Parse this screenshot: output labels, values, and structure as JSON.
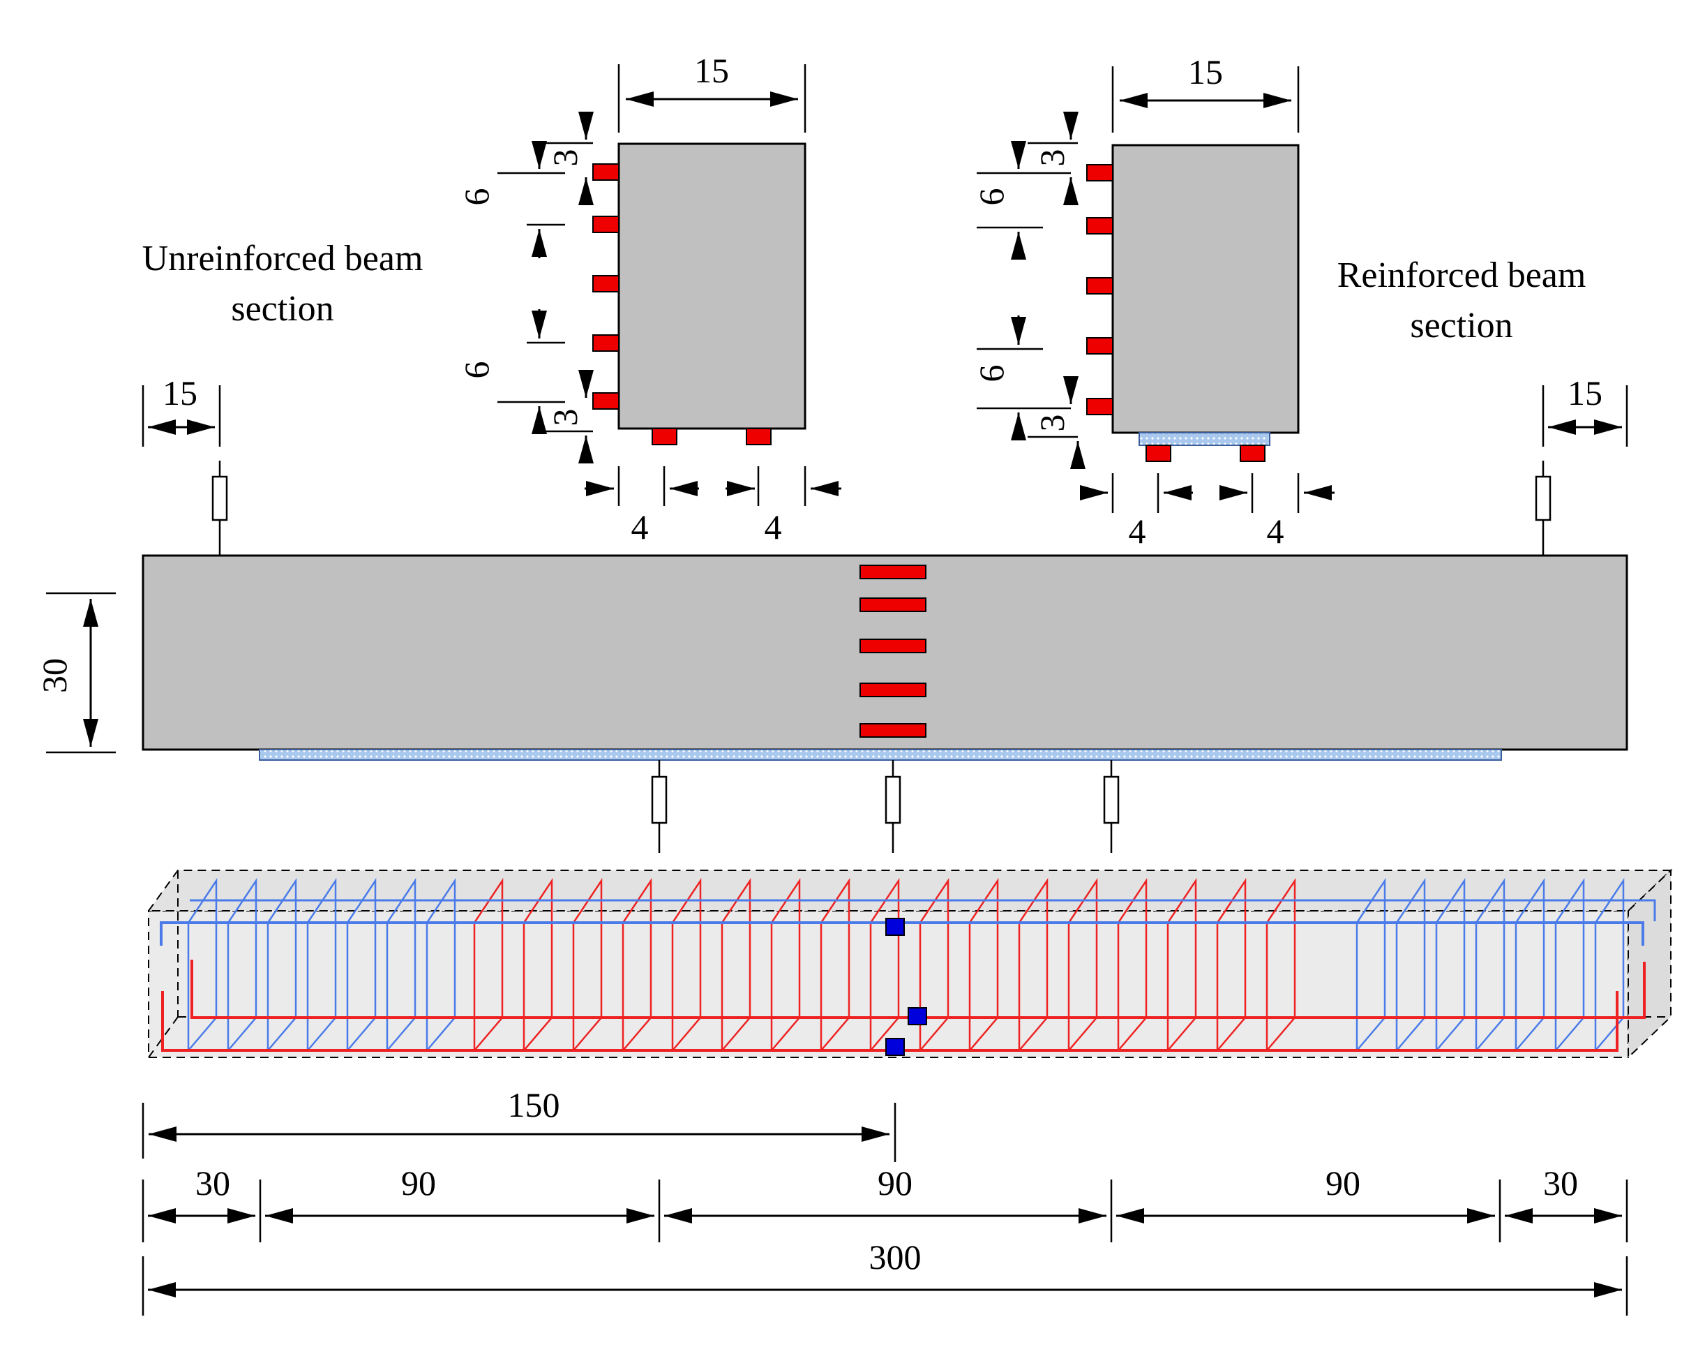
{
  "labels": {
    "unreinforced_line1": "Unreinforced beam",
    "unreinforced_line2": "section",
    "reinforced_line1": "Reinforced beam",
    "reinforced_line2": "section"
  },
  "dims": {
    "sec1_width": "15",
    "sec1_top_offset": "3",
    "sec1_gap_upper": "6",
    "sec1_gap_lower": "6",
    "sec1_bottom_offset": "3",
    "sec1_cover_left": "4",
    "sec1_cover_right": "4",
    "sec2_width": "15",
    "sec2_top_offset": "3",
    "sec2_gap_upper": "6",
    "sec2_gap_lower": "6",
    "sec2_bottom_offset": "3",
    "sec2_cover_left": "4",
    "sec2_cover_right": "4",
    "support_left": "15",
    "support_right": "15",
    "beam_height": "30",
    "midspan": "150",
    "seg_1": "30",
    "seg_2": "90",
    "seg_3": "90",
    "seg_4": "90",
    "seg_5": "30",
    "total_length": "300"
  },
  "colors": {
    "concrete": "#c0c0c0",
    "strain_gauge": "#ee0000",
    "cfrp_sheet": "#a9c8ee",
    "stirrup_dense": "#4a7be8",
    "stirrup_sparse": "#ee2222",
    "sensor": "#0000dd",
    "cage_background": "#ebebeb"
  },
  "icons": {
    "strain_gauge": "red-rectangle",
    "lvdt": "displacement-transducer",
    "cfrp": "dotted-blue-strip",
    "sensor": "blue-square"
  }
}
